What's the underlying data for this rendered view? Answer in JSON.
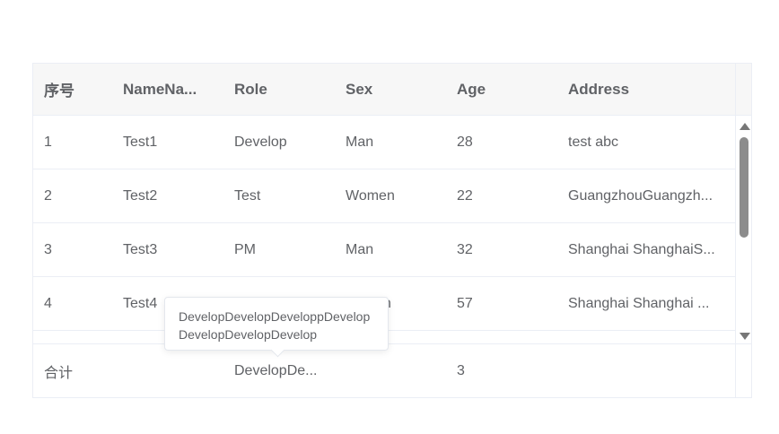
{
  "table": {
    "headers": [
      "序号",
      "NameNa...",
      "Role",
      "Sex",
      "Age",
      "Address"
    ],
    "rows": [
      [
        "1",
        "Test1",
        "Develop",
        "Man",
        "28",
        "test abc"
      ],
      [
        "2",
        "Test2",
        "Test",
        "Women",
        "22",
        "GuangzhouGuangzh..."
      ],
      [
        "3",
        "Test3",
        "PM",
        "Man",
        "32",
        "Shanghai ShanghaiS..."
      ],
      [
        "4",
        "Test4",
        "",
        "n",
        "57",
        "Shanghai Shanghai ..."
      ]
    ],
    "footer": [
      "合计",
      "",
      "DevelopDe...",
      "",
      "3",
      ""
    ]
  },
  "tooltip": {
    "text": "DevelopDevelopDeveloppDevelopDevelopDevelopDevelop"
  },
  "scrollbar": {
    "position_percent": 0
  }
}
